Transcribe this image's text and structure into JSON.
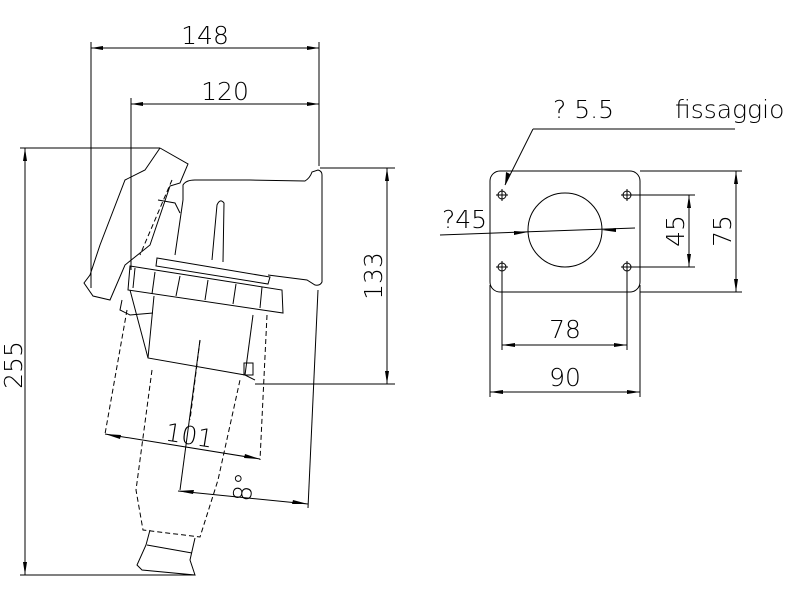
{
  "side_view": {
    "dim_width_total": "148",
    "dim_width_body": "120",
    "dim_height_total": "255",
    "dim_height_flange": "133",
    "dim_diameter_body": "101",
    "dim_angle": "8°"
  },
  "plate_view": {
    "fixing_hole_label": "? 5.5",
    "fixing_label": "fissaggio",
    "dim_hole_diameter": "?45",
    "dim_hole_spacing_v": "45",
    "dim_plate_height": "75",
    "dim_hole_spacing_h": "78",
    "dim_plate_width": "90"
  }
}
